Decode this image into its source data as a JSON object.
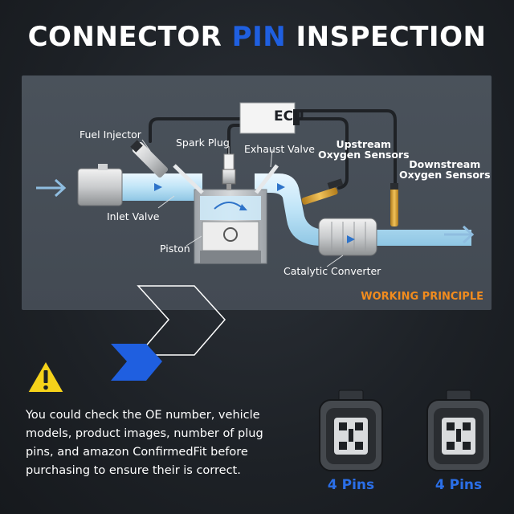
{
  "title": {
    "part1": "CONNECTOR",
    "part2": "PIN",
    "part3": "INSPECTION"
  },
  "diagram": {
    "ecu": "ECU",
    "labels": {
      "fuel_injector": "Fuel Injector",
      "spark_plug": "Spark Plug",
      "exhaust_valve": "Exhaust Valve",
      "upstream_1": "Upstream",
      "upstream_2": "Oxygen Sensors",
      "downstream_1": "Downstream",
      "downstream_2": "Oxygen Sensors",
      "inlet_valve": "Inlet Valve",
      "piston": "Piston",
      "catalytic_converter": "Catalytic Converter"
    },
    "working_principle": "WORKING PRINCIPLE"
  },
  "notice": {
    "icon": "warning-icon",
    "text": "You could check the OE number, vehicle models, product images, number of plug pins, and amazon ConfirmedFit before purchasing to ensure their is correct."
  },
  "connectors": [
    {
      "label": "4 Pins"
    },
    {
      "label": "4 Pins"
    }
  ],
  "colors": {
    "accent_blue": "#1f5fe0",
    "pins_blue": "#2b6fe8",
    "working_principle_orange": "#f28c1e",
    "warning_yellow": "#f5d21a"
  }
}
